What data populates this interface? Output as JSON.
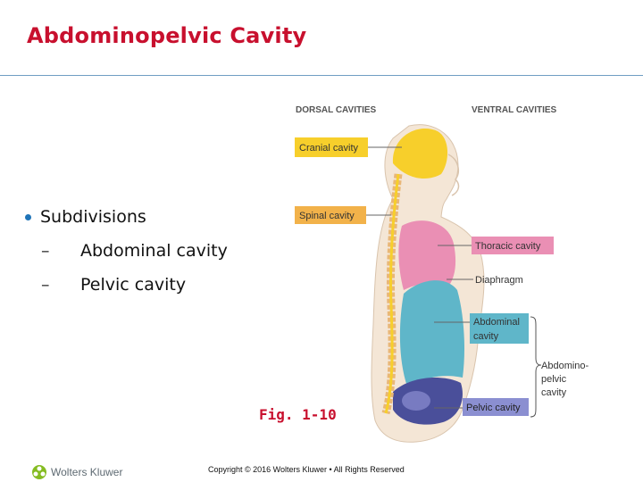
{
  "slide": {
    "title": "Abdominopelvic Cavity"
  },
  "bullets": {
    "main": "Subdivisions",
    "sub_marker": "–",
    "items": [
      "Abdominal cavity",
      "Pelvic cavity"
    ]
  },
  "figure": {
    "header_dorsal": "DORSAL CAVITIES",
    "header_ventral": "VENTRAL CAVITIES",
    "labels": {
      "cranial": "Cranial cavity",
      "spinal": "Spinal cavity",
      "thoracic": "Thoracic cavity",
      "diaphragm": "Diaphragm",
      "abdominal_1": "Abdominal",
      "abdominal_2": "cavity",
      "pelvic": "Pelvic cavity",
      "abdominopelvic_1": "Abdomino-",
      "abdominopelvic_2": "pelvic",
      "abdominopelvic_3": "cavity"
    },
    "caption": "Fig. 1-10",
    "colors": {
      "cranial": "#f7cf2b",
      "spinal_label": "#f2b24a",
      "thoracic": "#ea8fb4",
      "abdominal": "#5fb6c9",
      "pelvic": "#4a4f9a",
      "body": "#f4e6d6",
      "spine": "#e9b777"
    }
  },
  "footer": {
    "copyright": "Copyright © 2016 Wolters Kluwer • All Rights Reserved",
    "logo_text": "Wolters Kluwer"
  }
}
